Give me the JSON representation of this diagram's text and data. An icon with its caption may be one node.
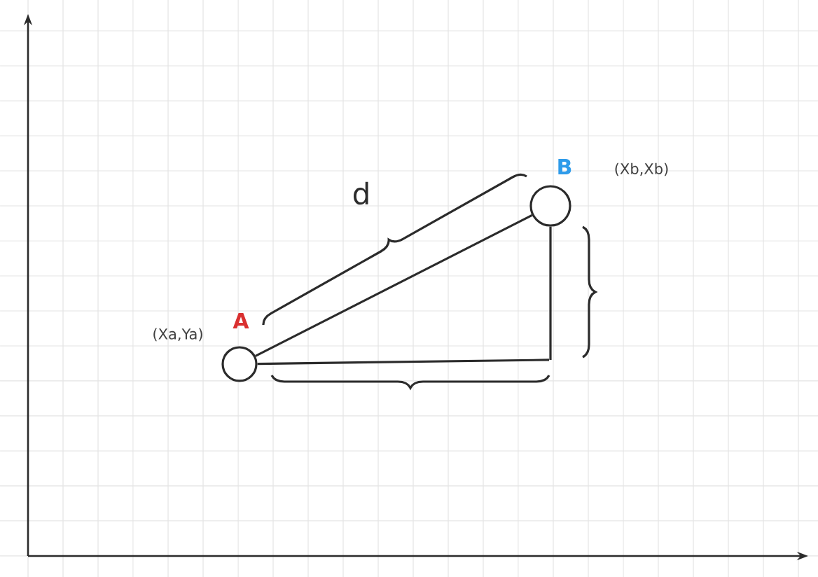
{
  "diagram": {
    "nodes": [
      {
        "text": [],
        "shape": "circle",
        "beside": [
          "A",
          "(Xa,Ya)"
        ]
      },
      {
        "text": [],
        "shape": "circle",
        "beside": [
          "B",
          "(Xb,Xb)"
        ]
      }
    ],
    "edges": [
      {
        "from": 0,
        "to": 1,
        "arrow": "none"
      },
      {
        "from": 0,
        "to": null,
        "arrow": "none"
      },
      {
        "from": 1,
        "to": null,
        "arrow": "none"
      }
    ],
    "labels": [
      "d"
    ]
  }
}
